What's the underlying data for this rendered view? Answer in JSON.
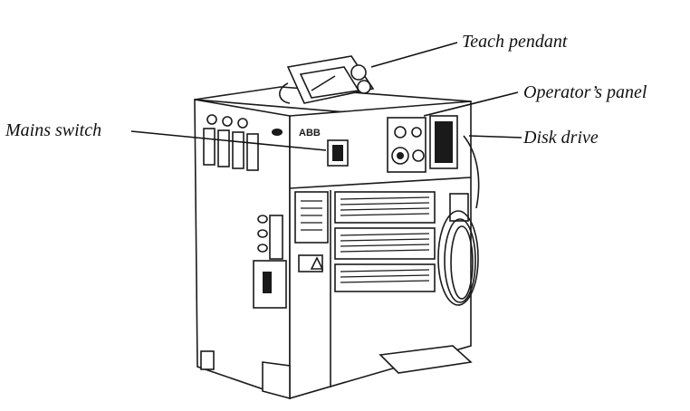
{
  "labels": {
    "teach_pendant": "Teach pendant",
    "operators_panel": "Operator’s panel",
    "mains_switch": "Mains switch",
    "disk_drive": "Disk drive"
  },
  "brand_mark": "ABB"
}
